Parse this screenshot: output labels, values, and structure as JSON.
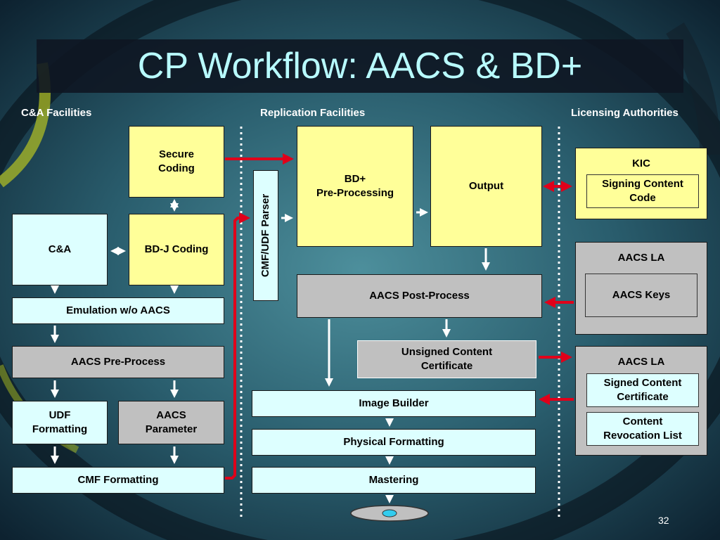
{
  "title": "CP Workflow: AACS & BD+",
  "sections": {
    "ca_facilities": "C&A Facilities",
    "replication_facilities": "Replication Facilities",
    "licensing_authorities": "Licensing Authorities"
  },
  "boxes": {
    "secure_coding": "Secure\nCoding",
    "ca": "C&A",
    "bdj_coding": "BD-J Coding",
    "emulation": "Emulation w/o AACS",
    "aacs_pre_process": "AACS Pre-Process",
    "udf_formatting": "UDF\nFormatting",
    "aacs_parameter": "AACS\nParameter",
    "cmf_formatting": "CMF Formatting",
    "cmf_udf_parser": "CMF/UDF Parser",
    "bd_pre_processing": "BD+\nPre-Processing",
    "output": "Output",
    "aacs_post_process": "AACS Post-Process",
    "unsigned_cert": "Unsigned Content\nCertificate",
    "image_builder": "Image Builder",
    "physical_formatting": "Physical Formatting",
    "mastering": "Mastering",
    "kic": "KIC",
    "signing_content_code": "Signing Content\nCode",
    "aacs_la_1": "AACS LA",
    "aacs_keys": "AACS Keys",
    "aacs_la_2": "AACS LA",
    "signed_cert": "Signed Content\nCertificate",
    "revocation_list": "Content\nRevocation List"
  },
  "page_number": "32",
  "colors": {
    "yellow_box": "#ffff99",
    "cyan_box": "#ddffff",
    "gray_box": "#c0c0c0",
    "title_text": "#b8fbff",
    "red_arrow": "#e0001a",
    "white_arrow": "#ffffff"
  }
}
